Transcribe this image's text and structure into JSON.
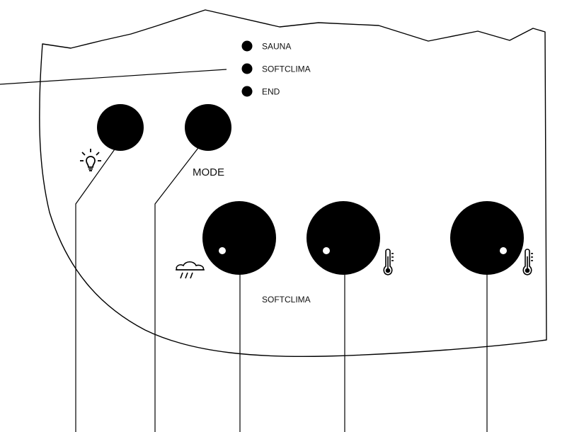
{
  "panel": {
    "indicators": [
      {
        "label": "SAUNA"
      },
      {
        "label": "SOFTCLIMA"
      },
      {
        "label": "END"
      }
    ],
    "mode_label": "MODE",
    "softclima_label": "SOFTCLIMA"
  },
  "icons": {
    "light": "lightbulb-icon",
    "humidity": "rain-cloud-icon",
    "temperature": "thermometer-icon"
  },
  "colors": {
    "ink": "#000000",
    "background": "#ffffff"
  }
}
